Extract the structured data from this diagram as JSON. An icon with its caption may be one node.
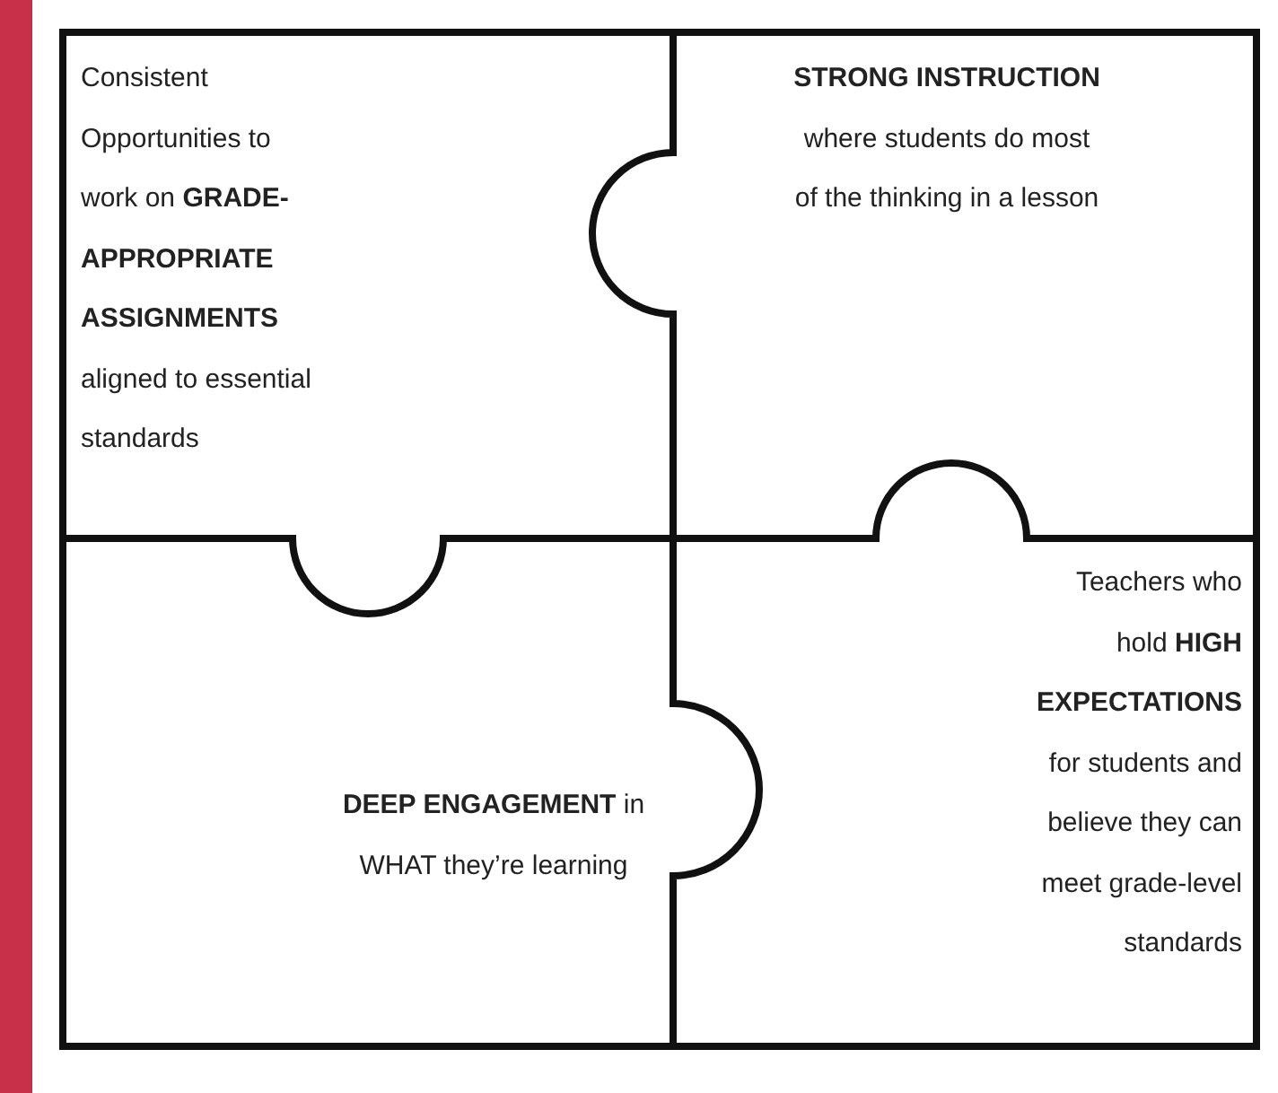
{
  "diagram": {
    "nodes": [
      {
        "text": [
          "Consistent Opportunities to work on **GRADE-APPROPRIATE ASSIGNMENTS** aligned to essential standards"
        ]
      },
      {
        "text": [
          "**STRONG INSTRUCTION** where students do most of the thinking in a lesson"
        ]
      },
      {
        "text": [
          "**DEEP ENGAGEMENT** in WHAT they’re learning"
        ]
      },
      {
        "text": [
          "Teachers who hold **HIGH EXPECTATIONS** for students and believe they can meet grade-level standards"
        ]
      }
    ]
  }
}
